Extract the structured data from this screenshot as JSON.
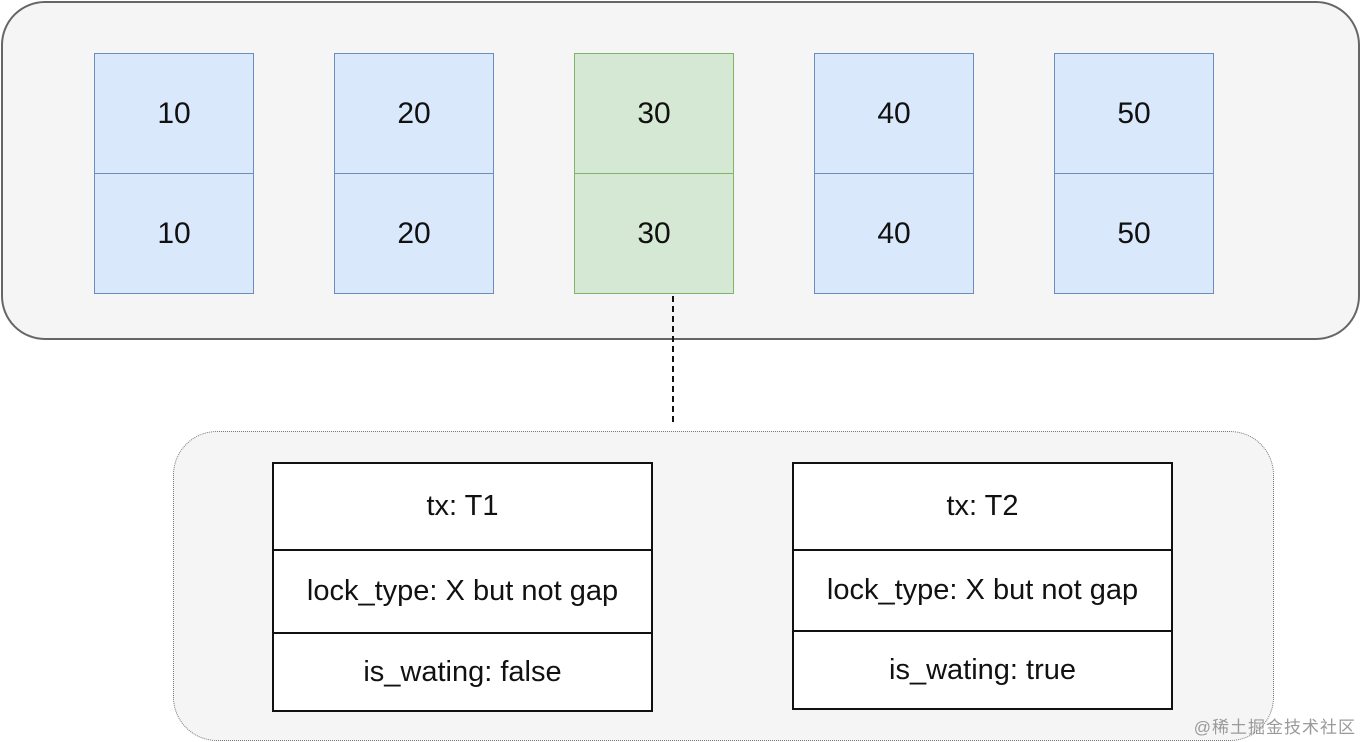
{
  "index_records": [
    {
      "top": "10",
      "bottom": "10",
      "color": "#dae8fc",
      "highlighted": false
    },
    {
      "top": "20",
      "bottom": "20",
      "color": "#dae8fc",
      "highlighted": false
    },
    {
      "top": "30",
      "bottom": "30",
      "color": "#d5e8d4",
      "highlighted": true
    },
    {
      "top": "40",
      "bottom": "40",
      "color": "#dae8fc",
      "highlighted": false
    },
    {
      "top": "50",
      "bottom": "50",
      "color": "#dae8fc",
      "highlighted": false
    }
  ],
  "locks": [
    {
      "tx": "tx: T1",
      "lock_type": "lock_type: X but not gap",
      "is_waiting": "is_wating: false"
    },
    {
      "tx": "tx: T2",
      "lock_type": "lock_type: X but not gap",
      "is_waiting": "is_wating: true"
    }
  ],
  "watermark": "@稀土掘金技术社区"
}
